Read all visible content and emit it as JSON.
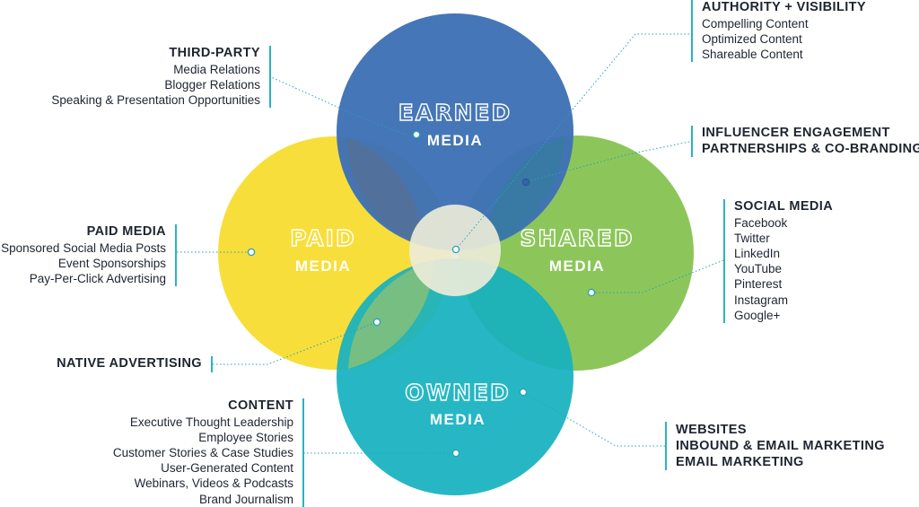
{
  "circles": {
    "earned": {
      "word": "EARNED",
      "media": "MEDIA",
      "color": "#3f72b5"
    },
    "paid": {
      "word": "PAID",
      "media": "MEDIA",
      "color": "#f8de3a"
    },
    "shared": {
      "word": "SHARED",
      "media": "MEDIA",
      "color": "#8cc65a"
    },
    "owned": {
      "word": "OWNED",
      "media": "MEDIA",
      "color": "#17b2c0"
    },
    "center_color": "#ececd8"
  },
  "third_party": {
    "heading": "THIRD-PARTY",
    "items": [
      "Media Relations",
      "Blogger Relations",
      "Speaking & Presentation Opportunities"
    ]
  },
  "authority": {
    "heading": "AUTHORITY + VISIBILITY",
    "items": [
      "Compelling Content",
      "Optimized Content",
      "Shareable Content"
    ]
  },
  "influencer": {
    "line1": "INFLUENCER ENGAGEMENT",
    "line2": "PARTNERSHIPS & CO-BRANDING"
  },
  "social_media": {
    "heading": "SOCIAL MEDIA",
    "items": [
      "Facebook",
      "Twitter",
      "LinkedIn",
      "YouTube",
      "Pinterest",
      "Instagram",
      "Google+"
    ]
  },
  "paid_media": {
    "heading": "PAID MEDIA",
    "items": [
      "Sponsored Social Media Posts",
      "Event Sponsorships",
      "Pay-Per-Click Advertising"
    ]
  },
  "native_advertising": {
    "heading": "NATIVE ADVERTISING"
  },
  "content": {
    "heading": "CONTENT",
    "items": [
      "Executive Thought Leadership",
      "Employee Stories",
      "Customer Stories & Case Studies",
      "User-Generated Content",
      "Webinars, Videos & Podcasts",
      "Brand Journalism"
    ]
  },
  "websites": {
    "lines": [
      "WEBSITES",
      "INBOUND & EMAIL MARKETING",
      "EMAIL MARKETING"
    ]
  }
}
